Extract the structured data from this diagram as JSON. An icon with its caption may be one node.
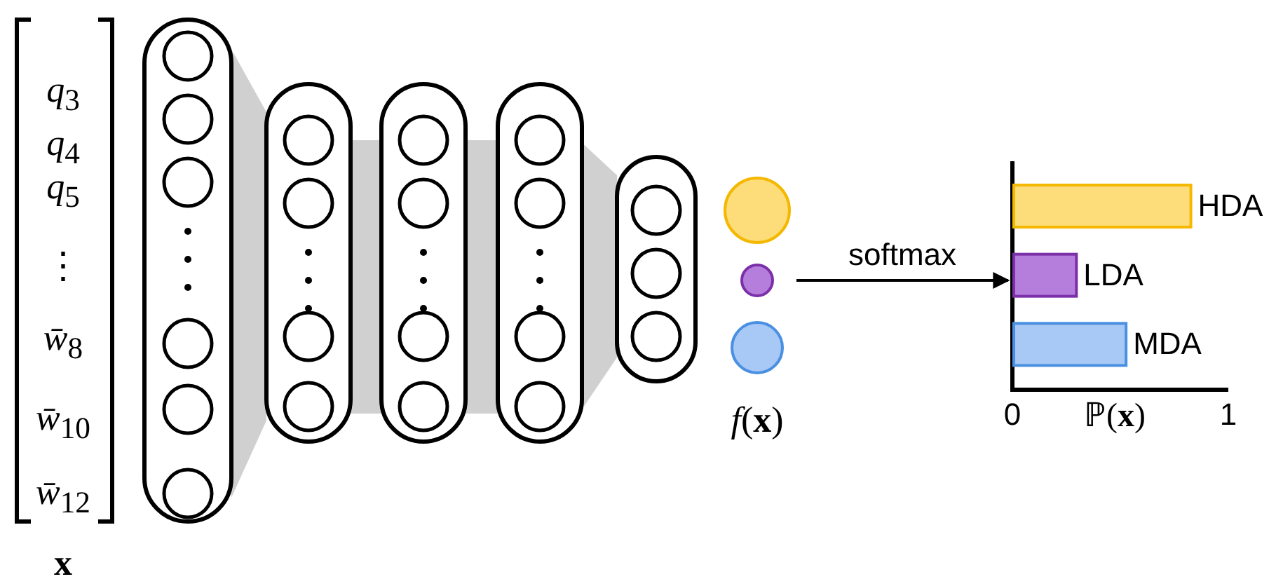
{
  "diagram": {
    "nodes": [
      {
        "text": [],
        "shape": "circle"
      },
      {
        "text": [],
        "shape": "circle"
      },
      {
        "text": [],
        "shape": "circle"
      },
      {
        "text": [],
        "shape": "chart"
      }
    ],
    "edges": [
      {
        "from": 1,
        "to": 3,
        "arrow": "to",
        "label": "softmax"
      }
    ],
    "labels": [
      "*q*$_{3}$",
      "*q*$_{4}$",
      "*q*$_{5}$",
      "⋮",
      "*w̄*$_{8}$",
      "*w̄*$_{10}$",
      "*w̄*$_{12}$",
      "**x**",
      "*f*(**x**)"
    ],
    "chart_data": {
      "type": "bar",
      "orientation": "horizontal",
      "xlabel": "ℙ(**x**)",
      "categories": [
        "HDA",
        "LDA",
        "MDA"
      ],
      "series": [
        {
          "values": [
            0.82,
            0.29,
            0.52
          ]
        }
      ],
      "xlim": [
        0,
        1
      ],
      "xticks": [
        0,
        1
      ]
    }
  }
}
